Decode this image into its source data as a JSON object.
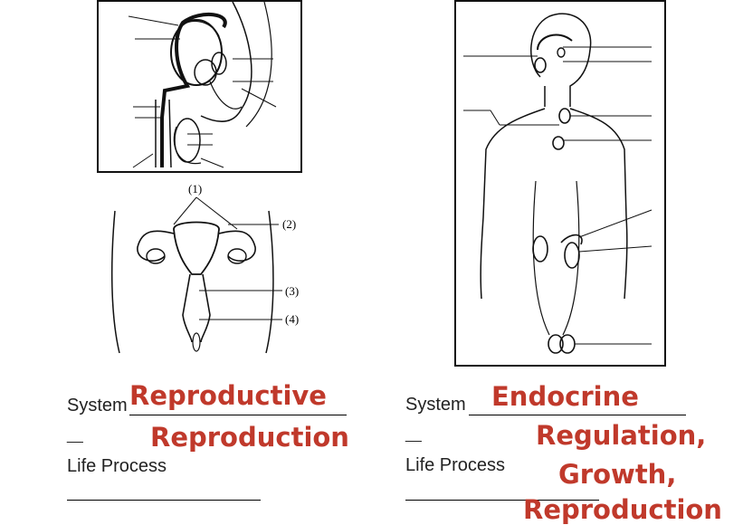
{
  "colors": {
    "answer": "#c0392b",
    "ink": "#111111"
  },
  "left": {
    "system_label": "System",
    "system_answer": "Reproductive",
    "dash": "__",
    "process_answer": "Reproduction",
    "process_label": "Life Process",
    "female_labels": [
      "(1)",
      "(2)",
      "(3)",
      "(4)"
    ]
  },
  "right": {
    "system_label": "System",
    "system_answer": "Endocrine",
    "dash": "__",
    "process_answer_1": "Regulation,",
    "process_answer_2": "Growth,",
    "process_answer_3": "Reproduction",
    "process_label": "Life Process"
  }
}
